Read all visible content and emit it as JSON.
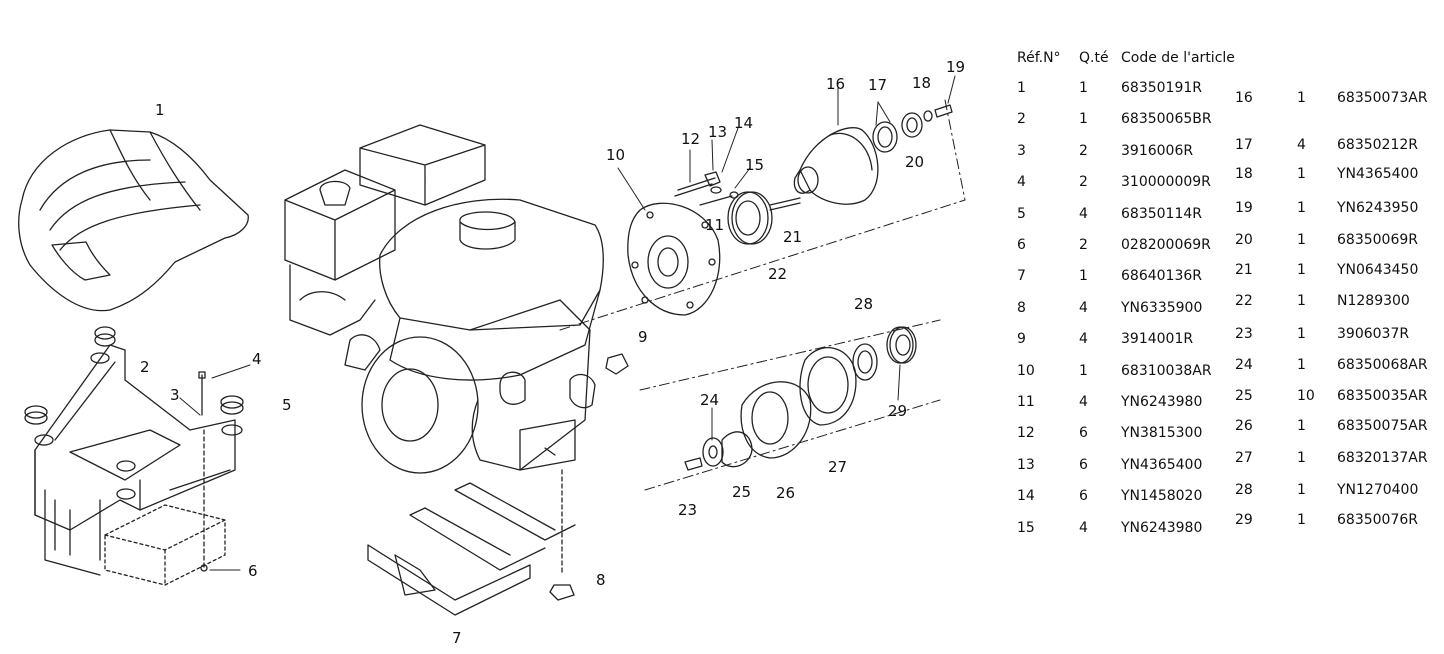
{
  "diagram": {
    "callouts": [
      "1",
      "2",
      "3",
      "4",
      "5",
      "6",
      "7",
      "8",
      "9",
      "10",
      "11",
      "12",
      "13",
      "14",
      "15",
      "16",
      "17",
      "18",
      "19",
      "20",
      "21",
      "22",
      "23",
      "24",
      "25",
      "26",
      "27",
      "28",
      "29"
    ]
  },
  "table": {
    "headers": {
      "ref": "Réf.N°",
      "qty": "Q.té",
      "code": "Code de l'article"
    },
    "left_rows": [
      {
        "ref": "1",
        "qty": "1",
        "code": "68350191R"
      },
      {
        "ref": "2",
        "qty": "1",
        "code": "68350065BR"
      },
      {
        "ref": "3",
        "qty": "2",
        "code": "3916006R"
      },
      {
        "ref": "4",
        "qty": "2",
        "code": "310000009R"
      },
      {
        "ref": "5",
        "qty": "4",
        "code": "68350114R"
      },
      {
        "ref": "6",
        "qty": "2",
        "code": "028200069R"
      },
      {
        "ref": "7",
        "qty": "1",
        "code": "68640136R"
      },
      {
        "ref": "8",
        "qty": "4",
        "code": "YN6335900"
      },
      {
        "ref": "9",
        "qty": "4",
        "code": "3914001R"
      },
      {
        "ref": "10",
        "qty": "1",
        "code": "68310038AR"
      },
      {
        "ref": "11",
        "qty": "4",
        "code": "YN6243980"
      },
      {
        "ref": "12",
        "qty": "6",
        "code": "YN3815300"
      },
      {
        "ref": "13",
        "qty": "6",
        "code": "YN4365400"
      },
      {
        "ref": "14",
        "qty": "6",
        "code": "YN1458020"
      },
      {
        "ref": "15",
        "qty": "4",
        "code": "YN6243980"
      }
    ],
    "right_rows": [
      {
        "ref": "16",
        "qty": "1",
        "code": "68350073AR"
      },
      {
        "ref": "17",
        "qty": "4",
        "code": "68350212R"
      },
      {
        "ref": "18",
        "qty": "1",
        "code": "YN4365400"
      },
      {
        "ref": "19",
        "qty": "1",
        "code": "YN6243950"
      },
      {
        "ref": "20",
        "qty": "1",
        "code": "68350069R"
      },
      {
        "ref": "21",
        "qty": "1",
        "code": "YN0643450"
      },
      {
        "ref": "22",
        "qty": "1",
        "code": "N1289300"
      },
      {
        "ref": "23",
        "qty": "1",
        "code": "3906037R"
      },
      {
        "ref": "24",
        "qty": "1",
        "code": "68350068AR"
      },
      {
        "ref": "25",
        "qty": "10",
        "code": "68350035AR"
      },
      {
        "ref": "26",
        "qty": "1",
        "code": "68350075AR"
      },
      {
        "ref": "27",
        "qty": "1",
        "code": "68320137AR"
      },
      {
        "ref": "28",
        "qty": "1",
        "code": "YN1270400"
      },
      {
        "ref": "29",
        "qty": "1",
        "code": "68350076R"
      }
    ]
  }
}
